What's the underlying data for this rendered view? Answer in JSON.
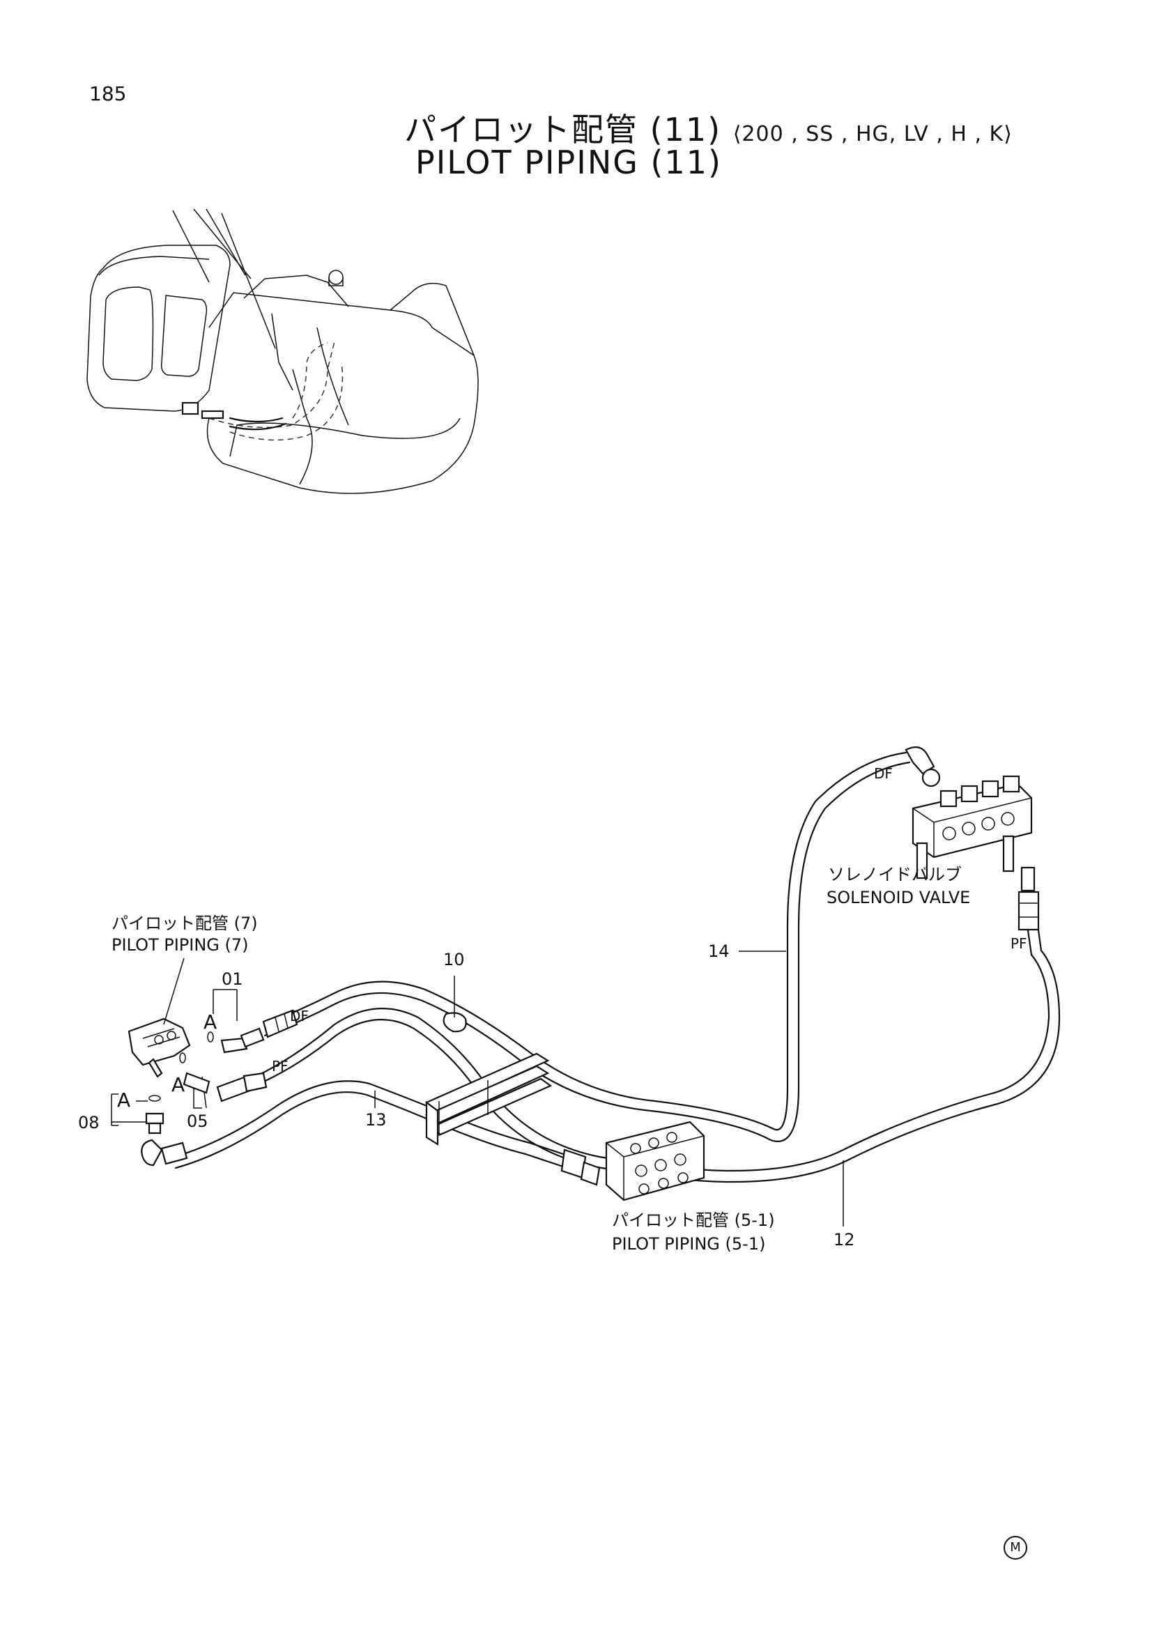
{
  "page_number": "185",
  "title": {
    "jp": "パイロット配管 (11)",
    "models": "⟨200 , SS , HG, LV , H , K⟩",
    "en": "PILOT  PIPING  (11)"
  },
  "labels": {
    "pilot7_jp": "パイロット配管 (7)",
    "pilot7_en": "PILOT  PIPING (7)",
    "pilot51_jp": "パイロット配管 (5-1)",
    "pilot51_en": "PILOT  PIPING (5-1)",
    "solenoid_jp": "ソレノイドバルブ",
    "solenoid_en": "SOLENOID  VALVE",
    "df_left": "DF",
    "pf_left": "PF",
    "df_right": "DF",
    "pf_right": "PF",
    "a_upper": "A",
    "a_middle": "A",
    "a_left": "A"
  },
  "part_numbers": {
    "p01": "01",
    "p05": "05",
    "p08": "08",
    "p10": "10",
    "p12": "12",
    "p13": "13",
    "p14": "14"
  },
  "mark": "M"
}
